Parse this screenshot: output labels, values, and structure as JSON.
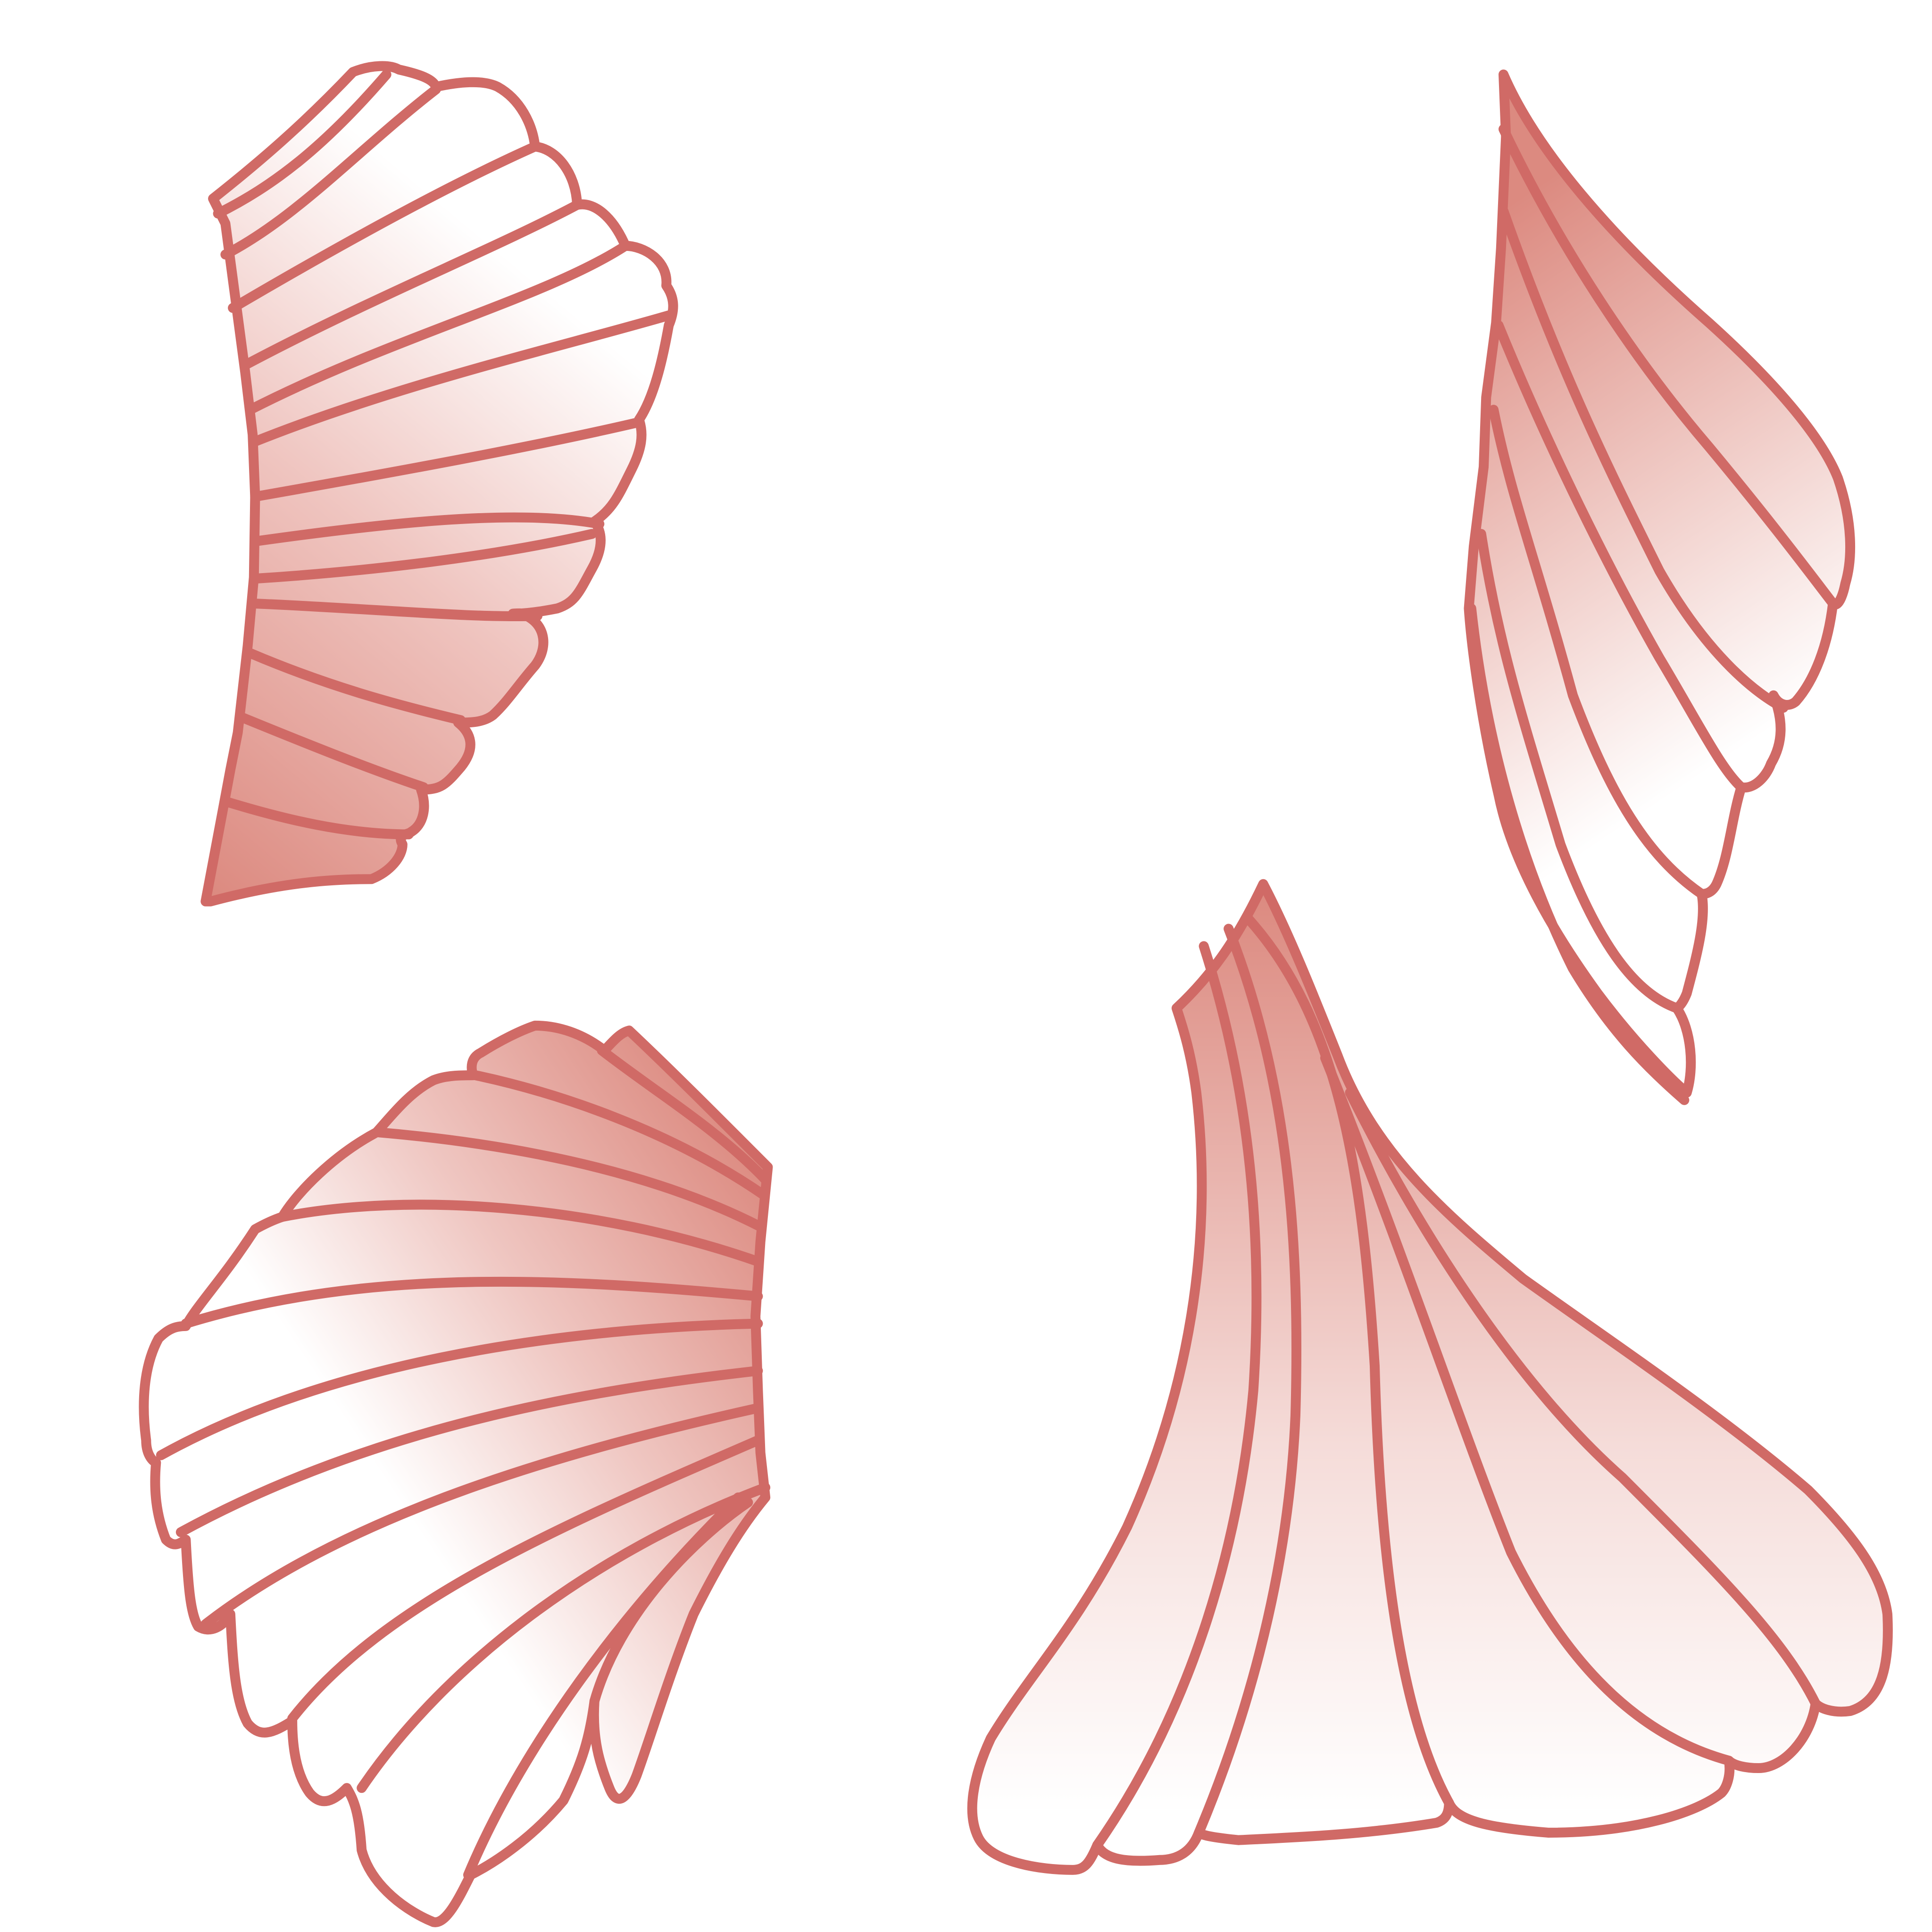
{
  "image": {
    "description_free": true
  },
  "palette": {
    "stroke": "#d06a66",
    "fill_dark": "#dc8a80",
    "fill_light": "#ffffff",
    "background": "#ffffff"
  },
  "wings": [
    {
      "id": "wing-top-left",
      "feather_count": 14
    },
    {
      "id": "wing-top-right",
      "feather_count": 7
    },
    {
      "id": "wing-bottom-left",
      "feather_count": 13
    },
    {
      "id": "wing-bottom-right",
      "feather_count": 6
    }
  ]
}
